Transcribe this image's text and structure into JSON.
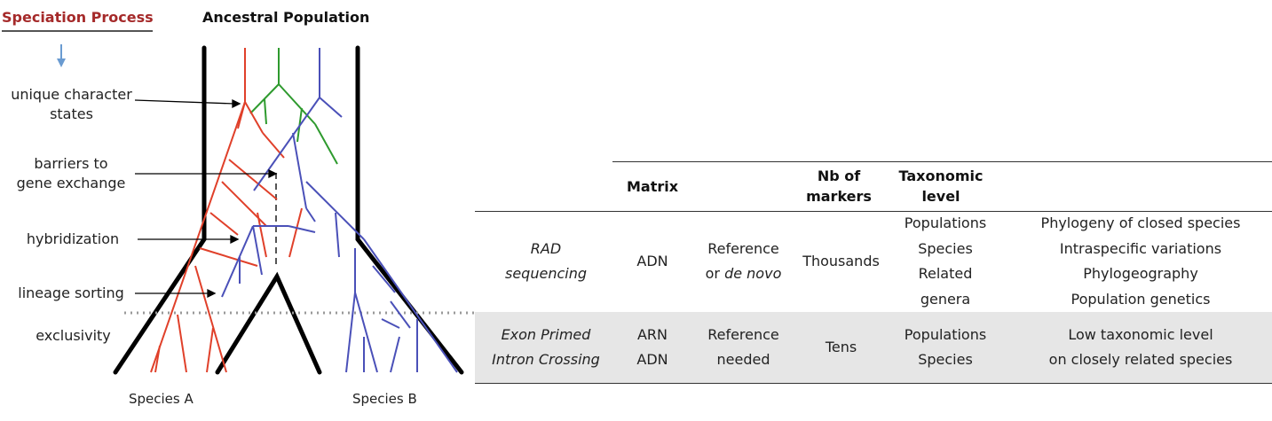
{
  "diagram": {
    "speciation_title": "Speciation Process",
    "ancestral_title": "Ancestral Population",
    "labels": {
      "unique_states_1": "unique  character",
      "unique_states_2": "states",
      "barriers_1": "barriers to",
      "barriers_2": "gene exchange",
      "hybridization": "hybridization",
      "lineage_sorting": "lineage sorting",
      "exclusivity": "exclusivity"
    },
    "species_a": "Species A",
    "species_b": "Species B",
    "colors": {
      "red_lineage": "#e0402a",
      "green_lineage": "#2e9a2e",
      "blue_lineage": "#4a50b8",
      "title_red": "#a52a2a",
      "arrow_blue": "#6a9bd1"
    }
  },
  "table": {
    "headers": {
      "matrix": "Matrix",
      "nb_markers_1": "Nb of",
      "nb_markers_2": "markers",
      "taxonomic_1": "Taxonomic",
      "taxonomic_2": "level"
    },
    "rows": [
      {
        "method": [
          "RAD",
          "sequencing"
        ],
        "matrix": [
          "ADN"
        ],
        "reference": [
          "Reference",
          "or de novo"
        ],
        "markers": "Thousands",
        "taxonomic": [
          "Populations",
          "Species",
          "Related",
          "genera"
        ],
        "applications": [
          "Phylogeny of closed species",
          "Intraspecific variations",
          "Phylogeography",
          "Population genetics"
        ]
      },
      {
        "method": [
          "Exon Primed",
          "Intron Crossing"
        ],
        "matrix": [
          "ARN",
          "ADN"
        ],
        "reference": [
          "Reference",
          "needed"
        ],
        "markers": "Tens",
        "taxonomic": [
          "Populations",
          "Species"
        ],
        "applications": [
          "Low taxonomic level",
          "on closely related species"
        ]
      }
    ]
  }
}
